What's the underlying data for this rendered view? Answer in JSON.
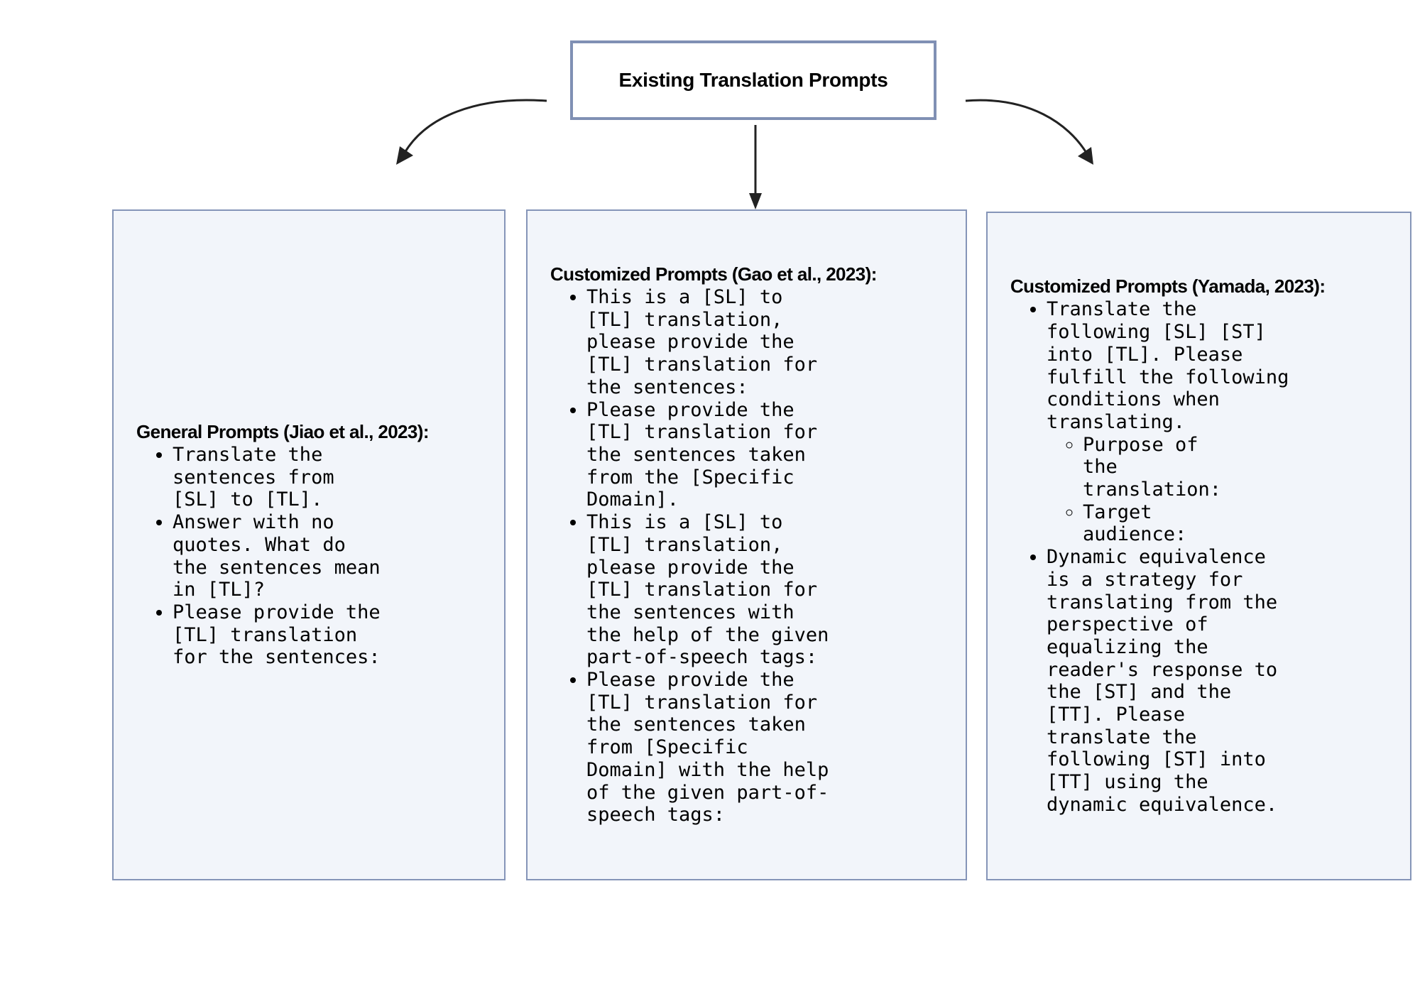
{
  "diagram": {
    "root": {
      "label": "Existing Translation Prompts"
    },
    "panels": [
      {
        "title": "General Prompts (Jiao et al., 2023):",
        "items": [
          "Translate the sentences from [SL] to [TL].",
          "Answer with no quotes. What do the sentences mean in [TL]?",
          "Please provide the [TL] translation for the sentences:"
        ]
      },
      {
        "title": "Customized Prompts (Gao et al., 2023):",
        "items": [
          "This is a [SL] to [TL] translation, please provide the [TL] translation for the sentences:",
          "Please provide the [TL] translation for the sentences taken from the [Specific Domain].",
          "This is a [SL] to [TL] translation, please provide the [TL] translation for the sentences with the help of the given part-of-speech tags:",
          "Please provide the [TL] translation for the sentences taken from [Specific Domain] with the help of the given part-of-speech tags:"
        ]
      },
      {
        "title": "Customized Prompts (Yamada, 2023):",
        "items": [
          "Translate the following [SL] [ST] into [TL]. Please fulfill the following conditions when translating.",
          "Dynamic equivalence is a strategy for translating from the perspective of equalizing the reader's response to the [ST] and the [TT]. Please translate the following [ST] into [TT] using the dynamic equivalence."
        ],
        "subitems": [
          "Purpose of the translation:",
          "Target audience:"
        ]
      }
    ],
    "colors": {
      "border": "#8595b8",
      "panel_fill": "#f2f5fa",
      "arrow": "#222222"
    }
  }
}
